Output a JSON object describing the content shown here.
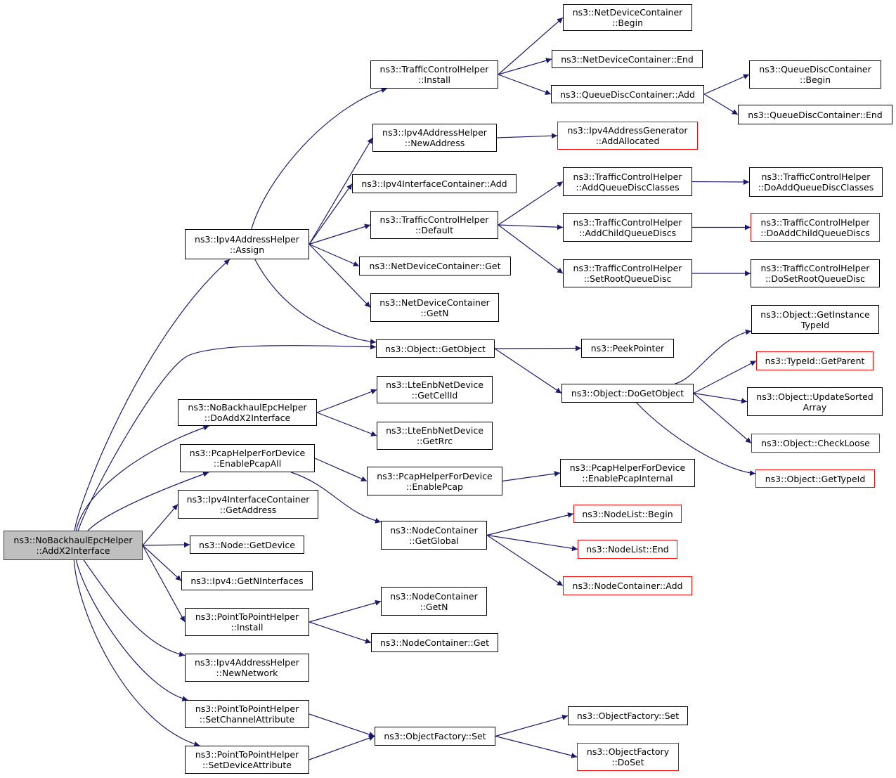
{
  "colors": {
    "edge": "#191970",
    "border_normal": "#000000",
    "border_truncated": "#ff0000",
    "root_fill": "#bfbfbf"
  },
  "nodes": [
    {
      "id": "root",
      "lines": [
        "ns3::NoBackhaulEpcHelper",
        "::AddX2Interface"
      ],
      "style": "root"
    },
    {
      "id": "ipv4_assign",
      "lines": [
        "ns3::Ipv4AddressHelper",
        "::Assign"
      ],
      "style": "normal"
    },
    {
      "id": "tch_install",
      "lines": [
        "ns3::TrafficControlHelper",
        "::Install"
      ],
      "style": "normal"
    },
    {
      "id": "ndc_begin",
      "lines": [
        "ns3::NetDeviceContainer",
        "::Begin"
      ],
      "style": "normal"
    },
    {
      "id": "ndc_end",
      "lines": [
        "ns3::NetDeviceContainer::End"
      ],
      "style": "normal"
    },
    {
      "id": "qdc_add",
      "lines": [
        "ns3::QueueDiscContainer::Add"
      ],
      "style": "normal"
    },
    {
      "id": "qdc_begin",
      "lines": [
        "ns3::QueueDiscContainer",
        "::Begin"
      ],
      "style": "normal"
    },
    {
      "id": "qdc_end",
      "lines": [
        "ns3::QueueDiscContainer::End"
      ],
      "style": "normal"
    },
    {
      "id": "ipv4ah_newaddr",
      "lines": [
        "ns3::Ipv4AddressHelper",
        "::NewAddress"
      ],
      "style": "normal"
    },
    {
      "id": "ipv4ag_addalloc",
      "lines": [
        "ns3::Ipv4AddressGenerator",
        "::AddAllocated"
      ],
      "style": "red"
    },
    {
      "id": "ipv4ic_add",
      "lines": [
        "ns3::Ipv4InterfaceContainer::Add"
      ],
      "style": "normal"
    },
    {
      "id": "tch_default",
      "lines": [
        "ns3::TrafficControlHelper",
        "::Default"
      ],
      "style": "normal"
    },
    {
      "id": "tch_addqdclasses",
      "lines": [
        "ns3::TrafficControlHelper",
        "::AddQueueDiscClasses"
      ],
      "style": "normal"
    },
    {
      "id": "tch_doaddqdclasses",
      "lines": [
        "ns3::TrafficControlHelper",
        "::DoAddQueueDiscClasses"
      ],
      "style": "normal"
    },
    {
      "id": "tch_addchildqd",
      "lines": [
        "ns3::TrafficControlHelper",
        "::AddChildQueueDiscs"
      ],
      "style": "normal"
    },
    {
      "id": "tch_doaddchildqd",
      "lines": [
        "ns3::TrafficControlHelper",
        "::DoAddChildQueueDiscs"
      ],
      "style": "red"
    },
    {
      "id": "tch_setrootqd",
      "lines": [
        "ns3::TrafficControlHelper",
        "::SetRootQueueDisc"
      ],
      "style": "normal"
    },
    {
      "id": "tch_dosetrootqd",
      "lines": [
        "ns3::TrafficControlHelper",
        "::DoSetRootQueueDisc"
      ],
      "style": "normal"
    },
    {
      "id": "ndc_get",
      "lines": [
        "ns3::NetDeviceContainer::Get"
      ],
      "style": "normal"
    },
    {
      "id": "ndc_getn",
      "lines": [
        "ns3::NetDeviceContainer",
        "::GetN"
      ],
      "style": "normal"
    },
    {
      "id": "obj_getobject",
      "lines": [
        "ns3::Object::GetObject"
      ],
      "style": "normal"
    },
    {
      "id": "peekpointer",
      "lines": [
        "ns3::PeekPointer"
      ],
      "style": "normal"
    },
    {
      "id": "obj_dogetobject",
      "lines": [
        "ns3::Object::DoGetObject"
      ],
      "style": "normal"
    },
    {
      "id": "obj_getinstancetypeid",
      "lines": [
        "ns3::Object::GetInstance",
        "TypeId"
      ],
      "style": "normal"
    },
    {
      "id": "typeid_getparent",
      "lines": [
        "ns3::TypeId::GetParent"
      ],
      "style": "red"
    },
    {
      "id": "obj_updatesortedarray",
      "lines": [
        "ns3::Object::UpdateSorted",
        "Array"
      ],
      "style": "normal"
    },
    {
      "id": "obj_checkloose",
      "lines": [
        "ns3::Object::CheckLoose"
      ],
      "style": "red"
    },
    {
      "id": "obj_gettypeid",
      "lines": [
        "ns3::Object::GetTypeId"
      ],
      "style": "red"
    },
    {
      "id": "nbeh_doaddx2",
      "lines": [
        "ns3::NoBackhaulEpcHelper",
        "::DoAddX2Interface"
      ],
      "style": "normal"
    },
    {
      "id": "lte_getcellid",
      "lines": [
        "ns3::LteEnbNetDevice",
        "::GetCellId"
      ],
      "style": "normal"
    },
    {
      "id": "lte_getrrc",
      "lines": [
        "ns3::LteEnbNetDevice",
        "::GetRrc"
      ],
      "style": "normal"
    },
    {
      "id": "pcap_enableall",
      "lines": [
        "ns3::PcapHelperForDevice",
        "::EnablePcapAll"
      ],
      "style": "normal"
    },
    {
      "id": "pcap_enable",
      "lines": [
        "ns3::PcapHelperForDevice",
        "::EnablePcap"
      ],
      "style": "normal"
    },
    {
      "id": "pcap_enableinternal",
      "lines": [
        "ns3::PcapHelperForDevice",
        "::EnablePcapInternal"
      ],
      "style": "normal"
    },
    {
      "id": "nc_getglobal",
      "lines": [
        "ns3::NodeContainer",
        "::GetGlobal"
      ],
      "style": "normal"
    },
    {
      "id": "nodelist_begin",
      "lines": [
        "ns3::NodeList::Begin"
      ],
      "style": "red"
    },
    {
      "id": "nodelist_end",
      "lines": [
        "ns3::NodeList::End"
      ],
      "style": "red"
    },
    {
      "id": "nc_add",
      "lines": [
        "ns3::NodeContainer::Add"
      ],
      "style": "red"
    },
    {
      "id": "ipv4ic_getaddress",
      "lines": [
        "ns3::Ipv4InterfaceContainer",
        "::GetAddress"
      ],
      "style": "normal"
    },
    {
      "id": "node_getdevice",
      "lines": [
        "ns3::Node::GetDevice"
      ],
      "style": "normal"
    },
    {
      "id": "ipv4_getninterfaces",
      "lines": [
        "ns3::Ipv4::GetNInterfaces"
      ],
      "style": "normal"
    },
    {
      "id": "p2p_install",
      "lines": [
        "ns3::PointToPointHelper",
        "::Install"
      ],
      "style": "normal"
    },
    {
      "id": "nc_getn",
      "lines": [
        "ns3::NodeContainer",
        "::GetN"
      ],
      "style": "normal"
    },
    {
      "id": "nc_get",
      "lines": [
        "ns3::NodeContainer::Get"
      ],
      "style": "normal"
    },
    {
      "id": "ipv4ah_newnetwork",
      "lines": [
        "ns3::Ipv4AddressHelper",
        "::NewNetwork"
      ],
      "style": "normal"
    },
    {
      "id": "p2p_setchannelattr",
      "lines": [
        "ns3::PointToPointHelper",
        "::SetChannelAttribute"
      ],
      "style": "normal"
    },
    {
      "id": "of_set",
      "lines": [
        "ns3::ObjectFactory::Set"
      ],
      "style": "normal"
    },
    {
      "id": "of_set2",
      "lines": [
        "ns3::ObjectFactory::Set"
      ],
      "style": "normal"
    },
    {
      "id": "of_doset",
      "lines": [
        "ns3::ObjectFactory",
        "::DoSet"
      ],
      "style": "red"
    },
    {
      "id": "p2p_setdeviceattr",
      "lines": [
        "ns3::PointToPointHelper",
        "::SetDeviceAttribute"
      ],
      "style": "normal"
    }
  ],
  "edges": [
    [
      "root",
      "ipv4_assign"
    ],
    [
      "root",
      "obj_getobject"
    ],
    [
      "root",
      "nbeh_doaddx2"
    ],
    [
      "root",
      "pcap_enableall"
    ],
    [
      "root",
      "ipv4ic_getaddress"
    ],
    [
      "root",
      "node_getdevice"
    ],
    [
      "root",
      "ipv4_getninterfaces"
    ],
    [
      "root",
      "p2p_install"
    ],
    [
      "root",
      "ipv4ah_newnetwork"
    ],
    [
      "root",
      "p2p_setchannelattr"
    ],
    [
      "root",
      "p2p_setdeviceattr"
    ],
    [
      "ipv4_assign",
      "tch_install"
    ],
    [
      "ipv4_assign",
      "ipv4ah_newaddr"
    ],
    [
      "ipv4_assign",
      "ipv4ic_add"
    ],
    [
      "ipv4_assign",
      "tch_default"
    ],
    [
      "ipv4_assign",
      "ndc_get"
    ],
    [
      "ipv4_assign",
      "ndc_getn"
    ],
    [
      "ipv4_assign",
      "obj_getobject"
    ],
    [
      "tch_install",
      "ndc_begin"
    ],
    [
      "tch_install",
      "ndc_end"
    ],
    [
      "tch_install",
      "qdc_add"
    ],
    [
      "qdc_add",
      "qdc_begin"
    ],
    [
      "qdc_add",
      "qdc_end"
    ],
    [
      "ipv4ah_newaddr",
      "ipv4ag_addalloc"
    ],
    [
      "tch_default",
      "tch_addqdclasses"
    ],
    [
      "tch_default",
      "tch_addchildqd"
    ],
    [
      "tch_default",
      "tch_setrootqd"
    ],
    [
      "tch_addqdclasses",
      "tch_doaddqdclasses"
    ],
    [
      "tch_addchildqd",
      "tch_doaddchildqd"
    ],
    [
      "tch_setrootqd",
      "tch_dosetrootqd"
    ],
    [
      "obj_getobject",
      "peekpointer"
    ],
    [
      "obj_getobject",
      "obj_dogetobject"
    ],
    [
      "obj_dogetobject",
      "obj_getinstancetypeid"
    ],
    [
      "obj_dogetobject",
      "typeid_getparent"
    ],
    [
      "obj_dogetobject",
      "obj_updatesortedarray"
    ],
    [
      "obj_dogetobject",
      "obj_checkloose"
    ],
    [
      "obj_dogetobject",
      "obj_gettypeid"
    ],
    [
      "nbeh_doaddx2",
      "lte_getcellid"
    ],
    [
      "nbeh_doaddx2",
      "lte_getrrc"
    ],
    [
      "pcap_enableall",
      "pcap_enable"
    ],
    [
      "pcap_enableall",
      "nc_getglobal"
    ],
    [
      "pcap_enable",
      "pcap_enableinternal"
    ],
    [
      "nc_getglobal",
      "nodelist_begin"
    ],
    [
      "nc_getglobal",
      "nodelist_end"
    ],
    [
      "nc_getglobal",
      "nc_add"
    ],
    [
      "p2p_install",
      "nc_getn"
    ],
    [
      "p2p_install",
      "nc_get"
    ],
    [
      "p2p_setchannelattr",
      "of_set"
    ],
    [
      "p2p_setdeviceattr",
      "of_set"
    ],
    [
      "of_set",
      "of_set2"
    ],
    [
      "of_set",
      "of_doset"
    ]
  ]
}
